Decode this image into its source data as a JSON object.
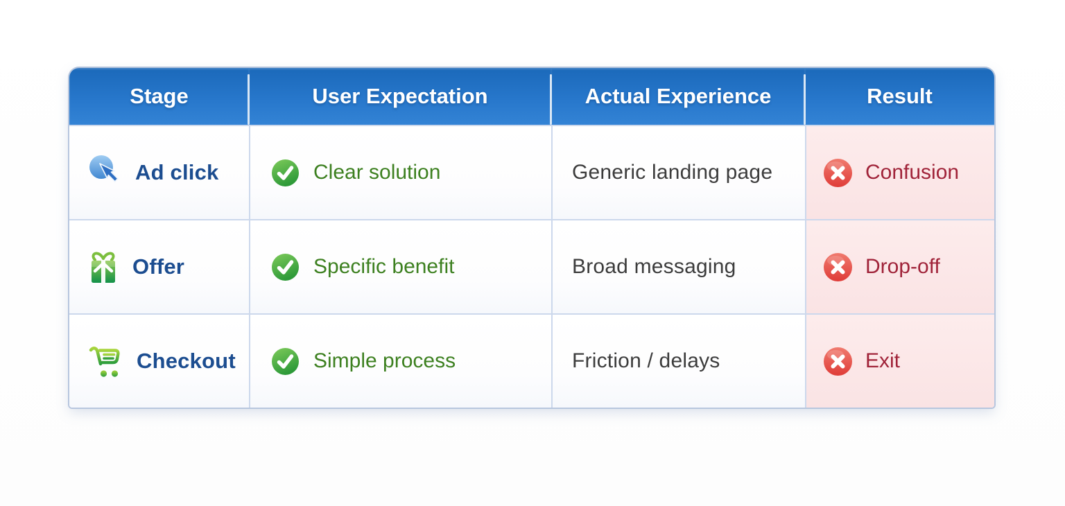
{
  "page": {
    "background": "#ffffff"
  },
  "table": {
    "columns": [
      {
        "id": "stage",
        "label": "Stage"
      },
      {
        "id": "expectation",
        "label": "User Expectation"
      },
      {
        "id": "experience",
        "label": "Actual Experience"
      },
      {
        "id": "result",
        "label": "Result"
      }
    ],
    "rows": [
      {
        "stage": {
          "icon": "cursor-click-icon",
          "label": "Ad click"
        },
        "expectation": {
          "icon": "check-circle-icon",
          "label": "Clear solution"
        },
        "experience": "Generic landing page",
        "result": {
          "icon": "x-circle-icon",
          "label": "Confusion"
        }
      },
      {
        "stage": {
          "icon": "gift-icon",
          "label": "Offer"
        },
        "expectation": {
          "icon": "check-circle-icon",
          "label": "Specific benefit"
        },
        "experience": "Broad messaging",
        "result": {
          "icon": "x-circle-icon",
          "label": "Drop-off"
        }
      },
      {
        "stage": {
          "icon": "cart-icon",
          "label": "Checkout"
        },
        "expectation": {
          "icon": "check-circle-icon",
          "label": "Simple process"
        },
        "experience": "Friction / delays",
        "result": {
          "icon": "x-circle-icon",
          "label": "Exit"
        }
      }
    ],
    "colors": {
      "header_blue": "#1e6fc2",
      "header_text": "#ffffff",
      "grid_line": "#ccd8ec",
      "stage_text": "#1c4d90",
      "expectation_text": "#3d8020",
      "experience_text": "#3c3c3c",
      "result_text": "#a02339",
      "result_cell_pink": "#fbe5e6",
      "check_green": "#3fa33c",
      "cross_red": "#e8453f",
      "click_blue": "#4a90d6"
    }
  }
}
